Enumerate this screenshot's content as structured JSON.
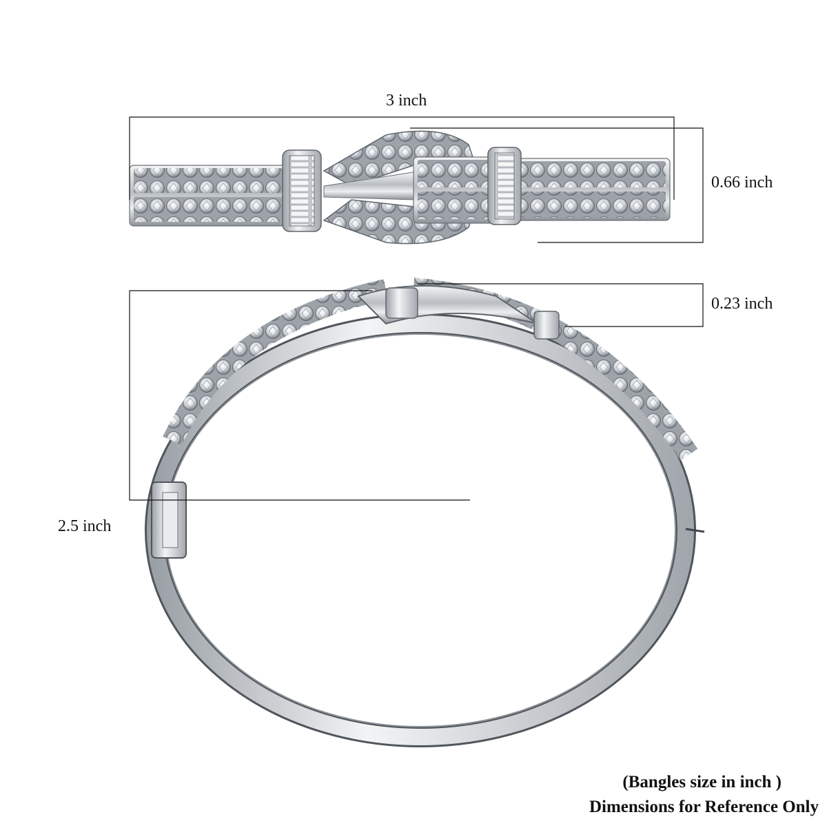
{
  "dimensions": {
    "top_width": "3 inch",
    "top_height": "0.66 inch",
    "side_thickness": "0.23 inch",
    "side_diameter": "2.5 inch"
  },
  "footnote": {
    "line1": "(Bangles size in inch )",
    "line2": "Dimensions for Reference Only"
  }
}
